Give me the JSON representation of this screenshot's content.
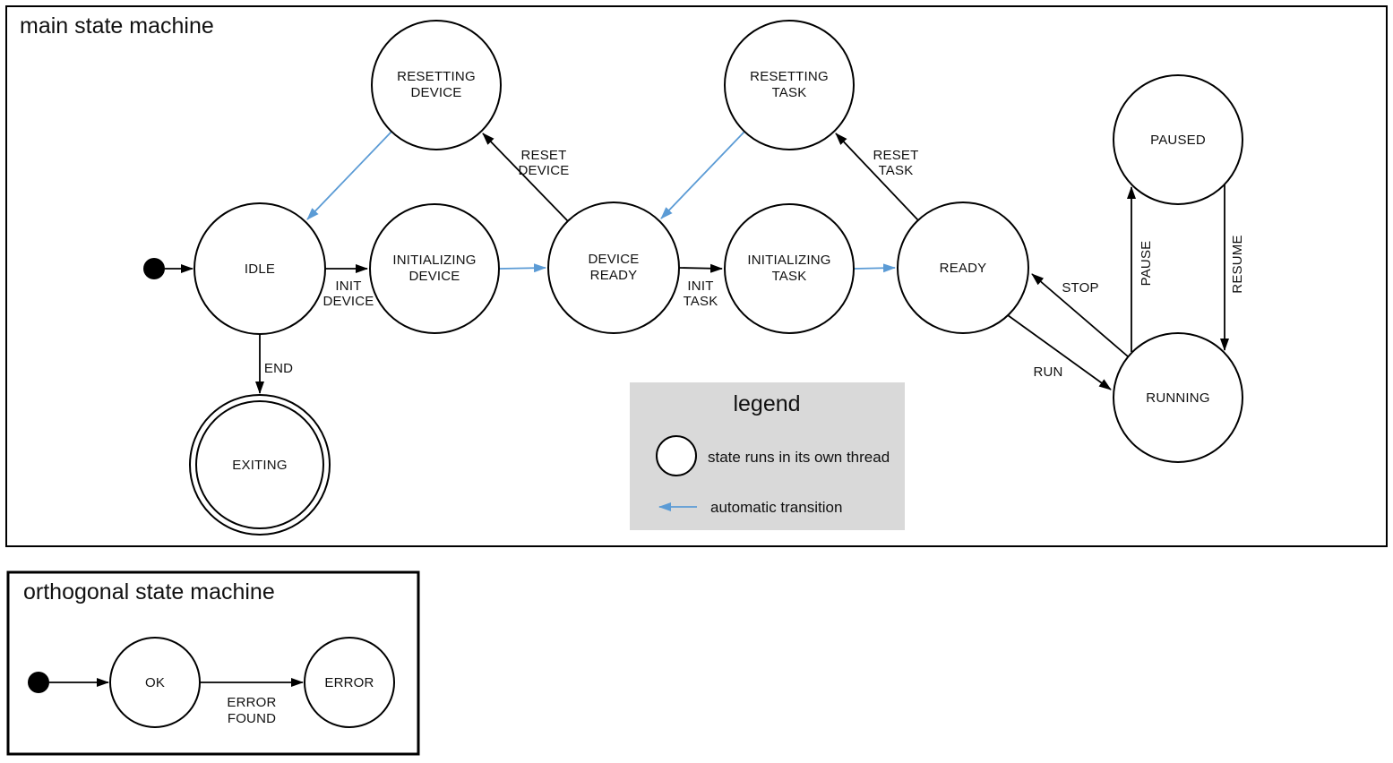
{
  "main": {
    "title": "main state machine",
    "states": {
      "idle": {
        "label": "IDLE"
      },
      "resetting_device": {
        "line1": "RESETTING",
        "line2": "DEVICE"
      },
      "initializing_device": {
        "line1": "INITIALIZING",
        "line2": "DEVICE"
      },
      "device_ready": {
        "line1": "DEVICE",
        "line2": "READY"
      },
      "resetting_task": {
        "line1": "RESETTING",
        "line2": "TASK"
      },
      "initializing_task": {
        "line1": "INITIALIZING",
        "line2": "TASK"
      },
      "ready": {
        "label": "READY"
      },
      "paused": {
        "label": "PAUSED"
      },
      "running": {
        "label": "RUNNING"
      },
      "exiting": {
        "label": "EXITING"
      }
    },
    "transitions": {
      "init_device": {
        "line1": "INIT",
        "line2": "DEVICE"
      },
      "reset_device": {
        "line1": "RESET",
        "line2": "DEVICE"
      },
      "init_task": {
        "line1": "INIT",
        "line2": "TASK"
      },
      "reset_task": {
        "line1": "RESET",
        "line2": "TASK"
      },
      "end": {
        "label": "END"
      },
      "run": {
        "label": "RUN"
      },
      "stop": {
        "label": "STOP"
      },
      "pause": {
        "label": "PAUSE"
      },
      "resume": {
        "label": "RESUME"
      }
    }
  },
  "legend": {
    "title": "legend",
    "thread_item": "state runs in its own thread",
    "auto_item": "automatic transition"
  },
  "orthogonal": {
    "title": "orthogonal state machine",
    "states": {
      "ok": {
        "label": "OK"
      },
      "error": {
        "label": "ERROR"
      }
    },
    "transitions": {
      "error_found": {
        "line1": "ERROR",
        "line2": "FOUND"
      }
    }
  },
  "colors": {
    "thread_state_fill": "#AFC7E8",
    "automatic_transition_blue": "#5B9BD5",
    "legend_background": "#D9D9D9",
    "stroke_black": "#000000"
  }
}
